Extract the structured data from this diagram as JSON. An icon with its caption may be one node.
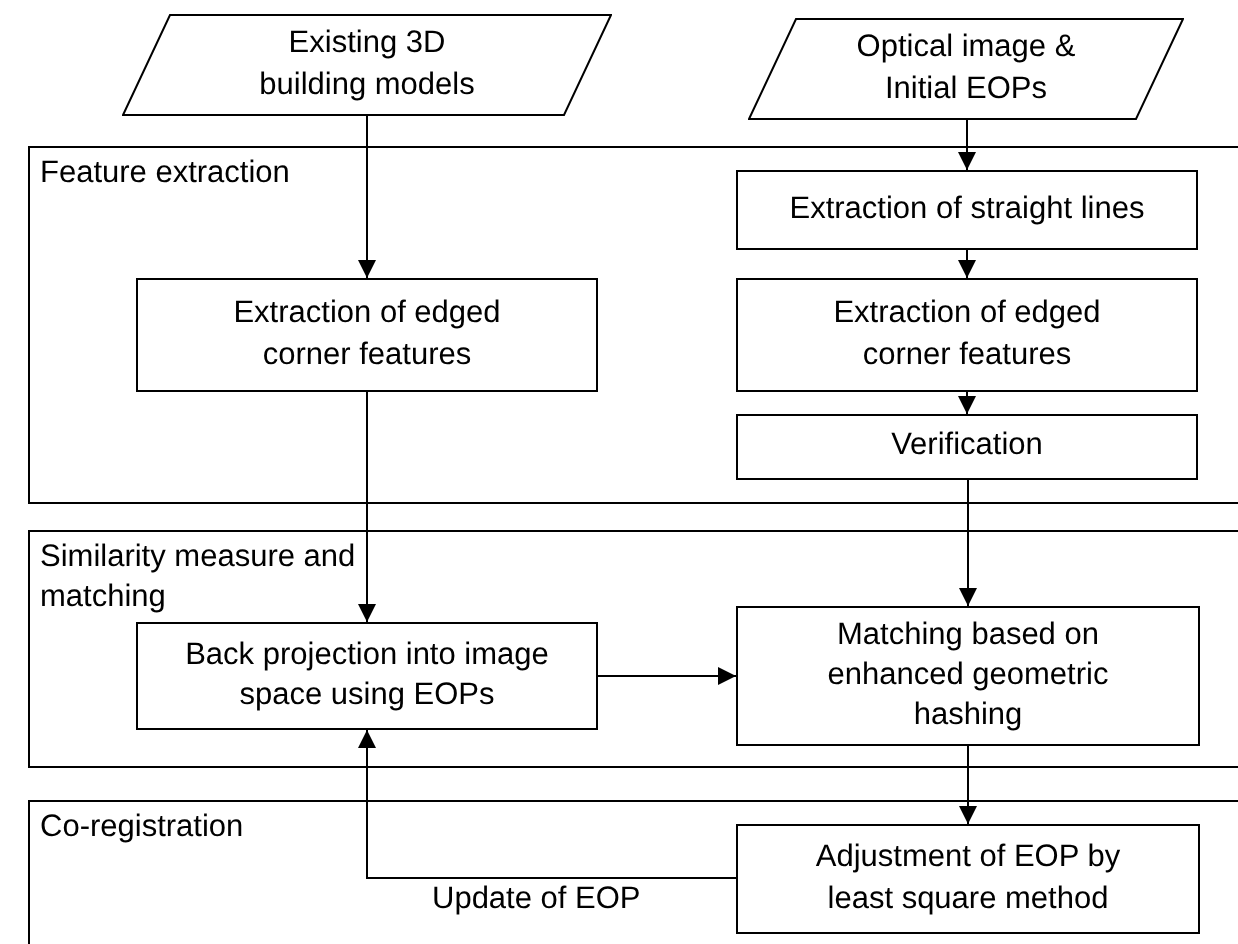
{
  "diagram": {
    "nodes": [
      {
        "text": [
          "Existing 3D building models"
        ]
      },
      {
        "text": [
          "Optical image & Initial EOPs"
        ]
      },
      {
        "text": [
          "Feature extraction"
        ]
      },
      {
        "text": [
          "Extraction of edged corner features"
        ],
        "in": 2
      },
      {
        "text": [
          "Extraction of straight lines"
        ],
        "in": 2
      },
      {
        "text": [
          "Extraction of edged corner features"
        ],
        "in": 2
      },
      {
        "text": [
          "Verification"
        ],
        "in": 2
      },
      {
        "text": [
          "Similarity measure and matching"
        ]
      },
      {
        "text": [
          "Back projection into image space using EOPs"
        ],
        "in": 7
      },
      {
        "text": [
          "Matching based on enhanced geometric hashing"
        ],
        "in": 7
      },
      {
        "text": [
          "Co-registration"
        ]
      },
      {
        "text": [
          "Adjustment of EOP by least square method"
        ],
        "in": 10
      }
    ],
    "edges": [
      {
        "from": 0,
        "to": 3,
        "arrow": "to"
      },
      {
        "from": 1,
        "to": 4,
        "arrow": "to"
      },
      {
        "from": 4,
        "to": 5,
        "arrow": "to"
      },
      {
        "from": 5,
        "to": 6,
        "arrow": "to"
      },
      {
        "from": 3,
        "to": 8,
        "arrow": "to"
      },
      {
        "from": 6,
        "to": 9,
        "arrow": "to"
      },
      {
        "from": 8,
        "to": 9,
        "arrow": "to"
      },
      {
        "from": 9,
        "to": 11,
        "arrow": "to"
      },
      {
        "from": 11,
        "to": 8,
        "arrow": "to",
        "label": "Update of EOP"
      }
    ]
  }
}
